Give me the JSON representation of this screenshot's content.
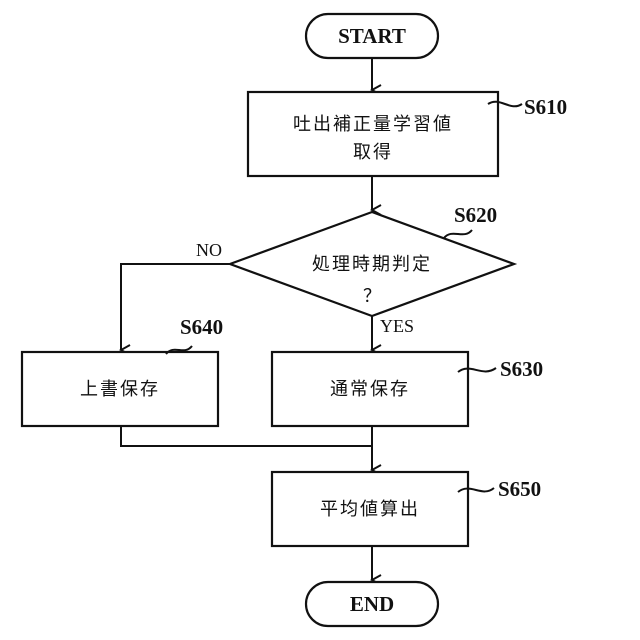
{
  "flowchart": {
    "start_label": "START",
    "end_label": "END",
    "s610": {
      "step": "S610",
      "line1": "吐出補正量学習値",
      "line2": "取得"
    },
    "s620": {
      "step": "S620",
      "label": "処理時期判定",
      "question_mark": "？",
      "no_label": "NO",
      "yes_label": "YES"
    },
    "s630": {
      "step": "S630",
      "label": "通常保存"
    },
    "s640": {
      "step": "S640",
      "label": "上書保存"
    },
    "s650": {
      "step": "S650",
      "label": "平均値算出"
    }
  }
}
